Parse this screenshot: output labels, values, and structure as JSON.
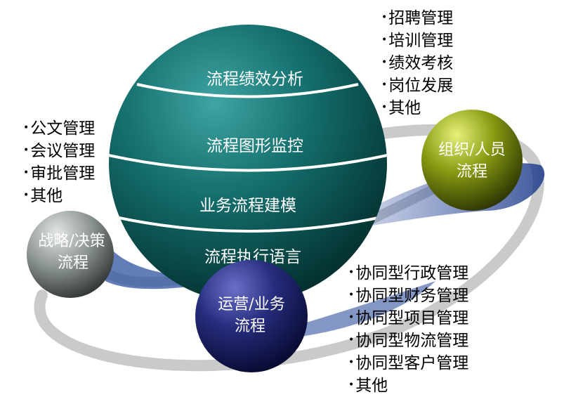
{
  "main_sphere": {
    "bands": [
      "流程绩效分析",
      "流程图形监控",
      "业务流程建模",
      "流程执行语言"
    ]
  },
  "satellites": {
    "strategy": {
      "line1": "战略/决策",
      "line2": "流程"
    },
    "operations": {
      "line1": "运营/业务",
      "line2": "流程"
    },
    "organization": {
      "line1": "组织/人员",
      "line2": "流程"
    }
  },
  "lists": {
    "organization_items": [
      "招聘管理",
      "培训管理",
      "绩效考核",
      "岗位发展",
      "其他"
    ],
    "strategy_items": [
      "公文管理",
      "会议管理",
      "审批管理",
      "其他"
    ],
    "operations_items": [
      "协同型行政管理",
      "协同型财务管理",
      "协同型项目管理",
      "协同型物流管理",
      "协同型客户管理",
      "其他"
    ]
  },
  "colors": {
    "main_sphere": "#0f6a68",
    "strategy_sphere": "#9aa2a0",
    "operations_sphere": "#2a2f7a",
    "organization_sphere": "#8a9a12",
    "orbit": "#c9cbcb",
    "shadow": "#1f3a7a"
  }
}
